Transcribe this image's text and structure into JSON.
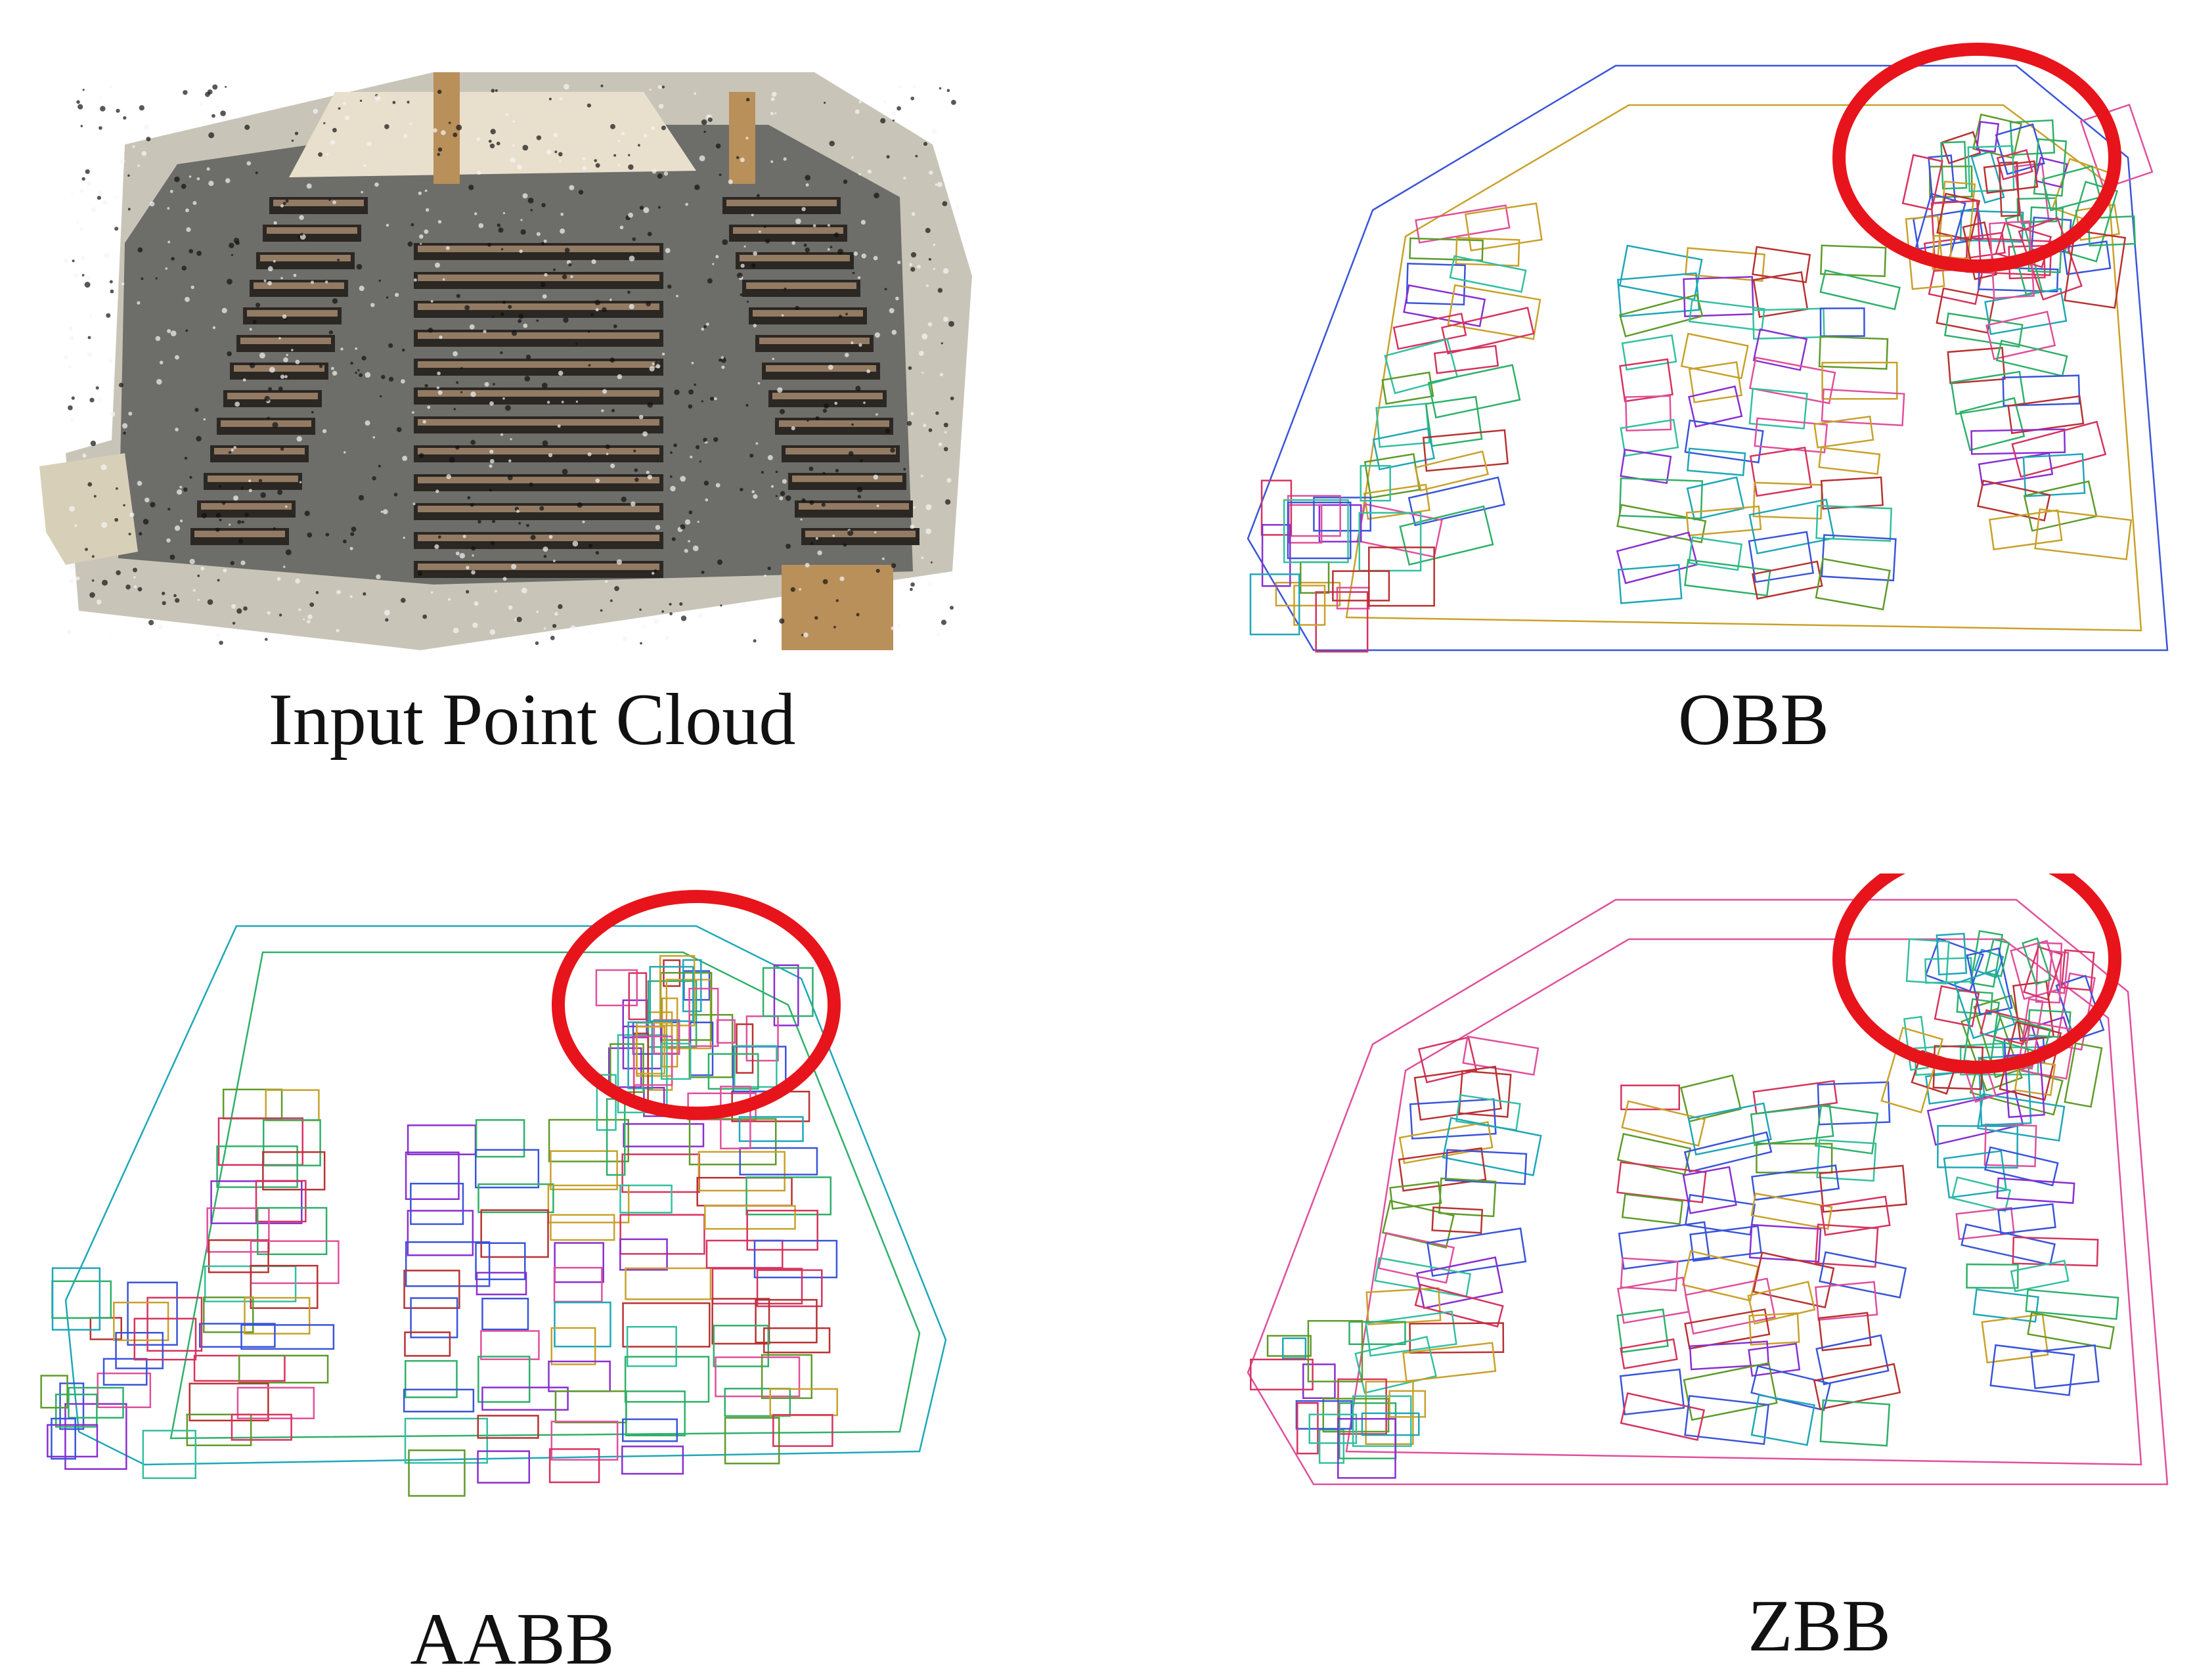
{
  "figure": {
    "panels": [
      {
        "id": "input",
        "caption": "Input Point Cloud",
        "kind": "point-cloud"
      },
      {
        "id": "obb",
        "caption": "OBB",
        "kind": "bounding-boxes",
        "highlight": true
      },
      {
        "id": "aabb",
        "caption": "AABB",
        "kind": "bounding-boxes",
        "highlight": true
      },
      {
        "id": "zbb",
        "caption": "ZBB",
        "kind": "bounding-boxes",
        "highlight": true
      }
    ],
    "colors": {
      "highlight_circle": "#e8141b",
      "box_palette": [
        "#d6335f",
        "#3a55d9",
        "#2fb06a",
        "#8a2fd0",
        "#1fa7b8",
        "#c9a12a",
        "#e0509c",
        "#5f9b2a",
        "#b83232",
        "#33c0a0"
      ],
      "wall_gray": "#c8c5b8",
      "floor_gray": "#6d6d69",
      "chair_dark": "#2b2723",
      "chair_tan": "#a48a6e",
      "stage_beige": "#e9dfcd",
      "door_brown": "#b98f5a"
    }
  }
}
